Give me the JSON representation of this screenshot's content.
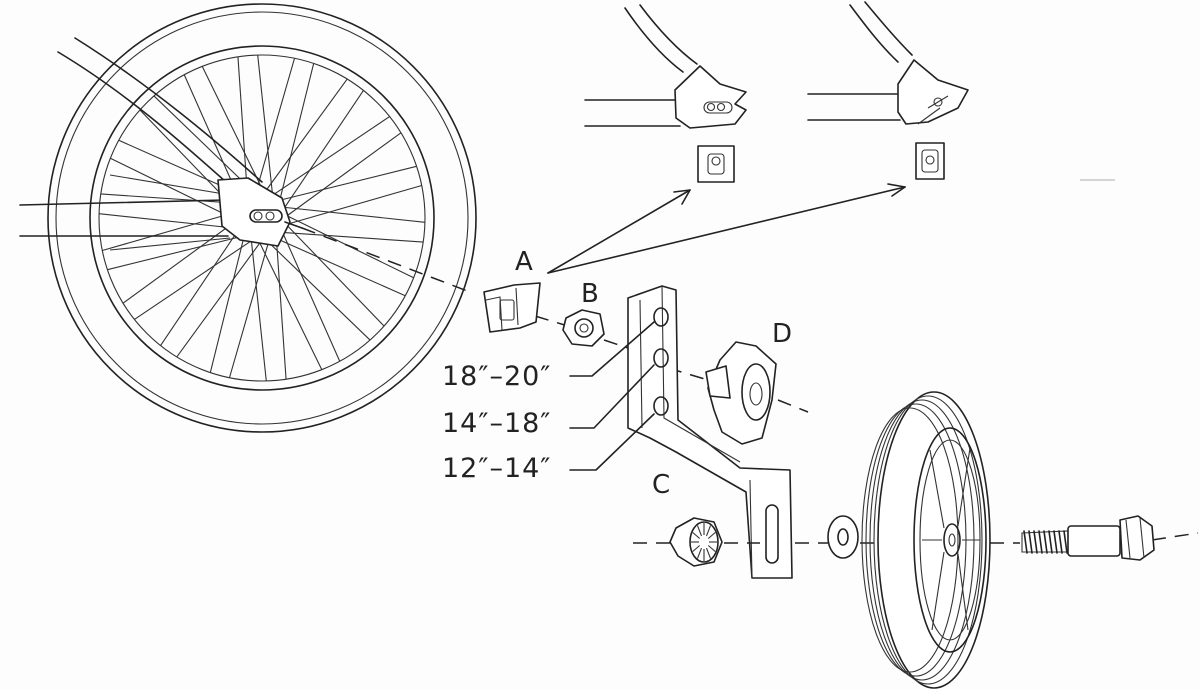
{
  "diagram": {
    "part_labels": {
      "a": "A",
      "b": "B",
      "c": "C",
      "d": "D"
    },
    "wheel_sizes": [
      "18″–20″",
      "14″–18″",
      "12″–14″"
    ],
    "colors": {
      "ink": "#222222",
      "paper": "#fdfdfd"
    },
    "icons": [
      "bicycle-rear-wheel-icon",
      "dropout-detail-icon",
      "adapter-plate-icon",
      "axle-nut-icon",
      "training-wheel-bracket-icon",
      "wing-knob-icon",
      "flange-nut-icon",
      "washer-icon",
      "training-wheel-icon",
      "shoulder-bolt-icon"
    ]
  }
}
